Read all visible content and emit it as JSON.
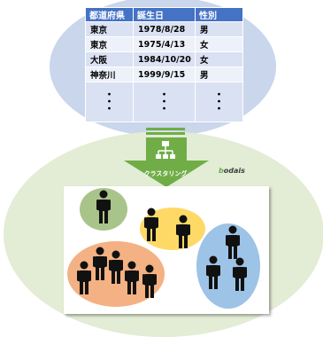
{
  "table": {
    "headers": [
      "都道府県",
      "誕生日",
      "性別"
    ],
    "rows": [
      [
        "東京",
        "1978/8/28",
        "男"
      ],
      [
        "東京",
        "1975/4/13",
        "女"
      ],
      [
        "大阪",
        "1984/10/20",
        "女"
      ],
      [
        "神奈川",
        "1999/9/15",
        "男"
      ]
    ],
    "ellipsis_row": [
      "・\n・\n・",
      "・\n・\n・",
      "・\n・\n・"
    ]
  },
  "process": {
    "label": "クラスタリング",
    "icon": "hierarchy-icon"
  },
  "logo": {
    "text_accent": "b",
    "text": "odais"
  },
  "colors": {
    "table_header": "#4472c4",
    "top_ellipse": "#c9d6ec",
    "bottom_ellipse": "#e3ecd5",
    "arrow": "#70ad47",
    "cluster_green": "#a9c48a",
    "cluster_yellow": "#ffd966",
    "cluster_orange": "#f4b183",
    "cluster_blue": "#9dc3e6"
  },
  "clusters": [
    {
      "id": "green",
      "people": 1
    },
    {
      "id": "yellow",
      "people": 2
    },
    {
      "id": "orange",
      "people": 5
    },
    {
      "id": "blue",
      "people": 3
    }
  ]
}
